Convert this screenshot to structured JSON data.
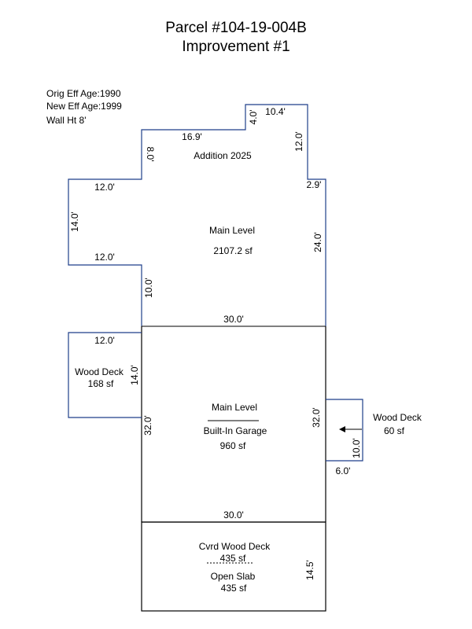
{
  "header": {
    "parcel": "Parcel #104-19-004B",
    "improvement": "Improvement #1"
  },
  "info": {
    "orig_eff_age": "Orig Eff Age:1990",
    "new_eff_age": "New Eff Age:1999",
    "wall_height": "Wall Ht 8'"
  },
  "areas": {
    "addition": "Addition 2025",
    "main_upper_name": "Main Level",
    "main_upper_area": "2107.2 sf",
    "left_deck_name": "Wood Deck",
    "left_deck_area": "168 sf",
    "garage_level": "Main Level",
    "garage_name": "Built-In Garage",
    "garage_area": "960 sf",
    "right_deck_name": "Wood Deck",
    "right_deck_area": "60 sf",
    "covered_deck_name": "Cvrd Wood Deck",
    "covered_deck_area": "435 sf",
    "slab_name": "Open Slab",
    "slab_area": "435 sf"
  },
  "dimensions": {
    "top_right_width": "10.4'",
    "top_notch_height": "4.0'",
    "top_width": "16.9'",
    "right_upper_height": "12.0'",
    "left_step_height": "8.0'",
    "right_step_width": "2.9'",
    "left_wing_top": "12.0'",
    "left_wing_height": "14.0'",
    "left_wing_bottom": "12.0'",
    "right_main_height": "24.0'",
    "left_lower_height": "10.0'",
    "main_bottom_width": "30.0'",
    "deck_left_width": "12.0'",
    "deck_left_height": "14.0'",
    "garage_left_height": "32.0'",
    "garage_right_height": "32.0'",
    "right_deck_height": "10.0'",
    "right_deck_width": "6.0'",
    "garage_bottom_width": "30.0'",
    "slab_height": "14.5'"
  }
}
